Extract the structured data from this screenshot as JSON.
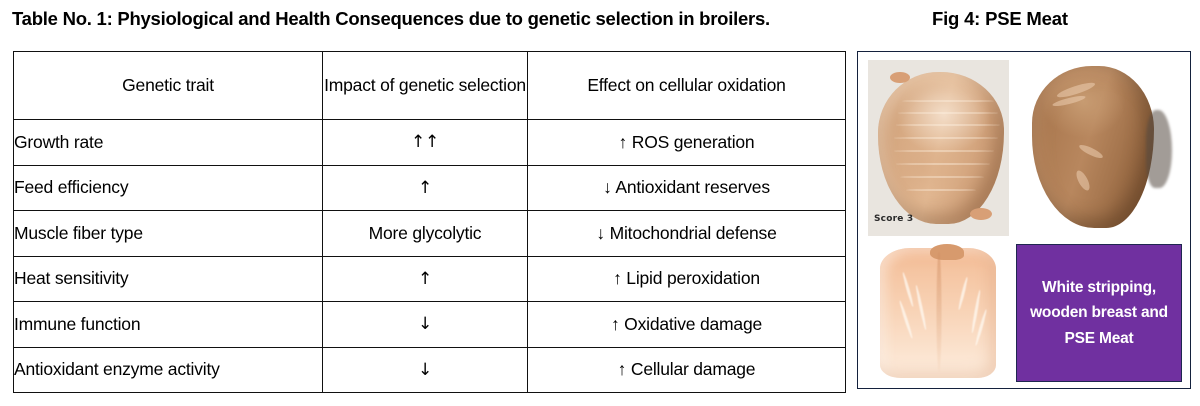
{
  "titles": {
    "table_title": "Table No. 1: Physiological and Health Consequences due to genetic selection in broilers.",
    "figure_title": "Fig 4: PSE Meat"
  },
  "table": {
    "headers": [
      "Genetic trait",
      "Impact of genetic selection",
      "Effect on cellular oxidation"
    ],
    "rows": [
      {
        "trait": "Growth rate",
        "impact": "↑↑",
        "effect": "↑ ROS generation"
      },
      {
        "trait": "Feed efficiency",
        "impact": "↑",
        "effect": "↓ Antioxidant reserves"
      },
      {
        "trait": "Muscle fiber type",
        "impact": "More glycolytic",
        "effect": "↓ Mitochondrial defense"
      },
      {
        "trait": "Heat sensitivity",
        "impact": "↑",
        "effect": "↑ Lipid peroxidation"
      },
      {
        "trait": "Immune function",
        "impact": "↓",
        "effect": "↑ Oxidative damage"
      },
      {
        "trait": "Antioxidant enzyme activity",
        "impact": "↓",
        "effect": "↑ Cellular damage"
      }
    ]
  },
  "figure": {
    "photos": [
      {
        "name": "wooden-breast-photo",
        "overlay_label": "Score 3"
      },
      {
        "name": "pse-breast-photo",
        "overlay_label": ""
      },
      {
        "name": "white-striping-photo",
        "overlay_label": ""
      }
    ],
    "caption": "White stripping, wooden breast and PSE Meat",
    "caption_bg_color": "#7030A0",
    "caption_text_color": "#FFFFFF",
    "panel_border_color": "#14213D"
  }
}
